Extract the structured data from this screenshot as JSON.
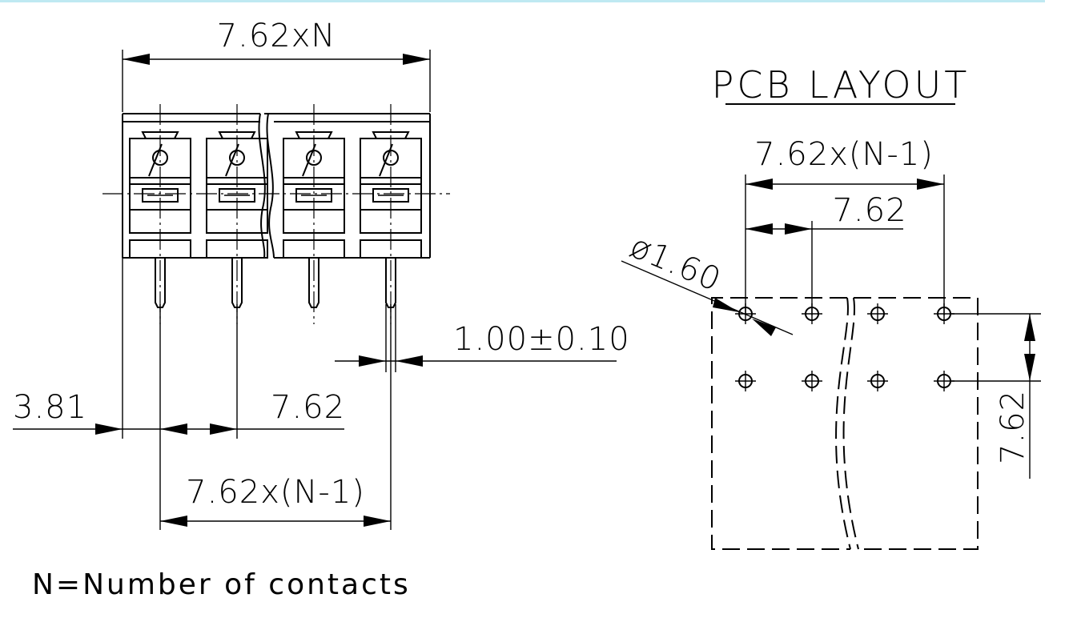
{
  "front_view": {
    "overall_width_label": "7.62xN",
    "edge_offset_label": "3.81",
    "pitch_label": "7.62",
    "pin_span_label": "7.62x(N-1)",
    "pin_diameter_label": "1.00±0.10"
  },
  "pcb_layout": {
    "title": "PCB LAYOUT",
    "hole_span_label": "7.62x(N-1)",
    "hole_pitch_label": "7.62",
    "hole_diameter_label": "ø1.60",
    "row_pitch_label": "7.62"
  },
  "note": "N=Number of contacts"
}
